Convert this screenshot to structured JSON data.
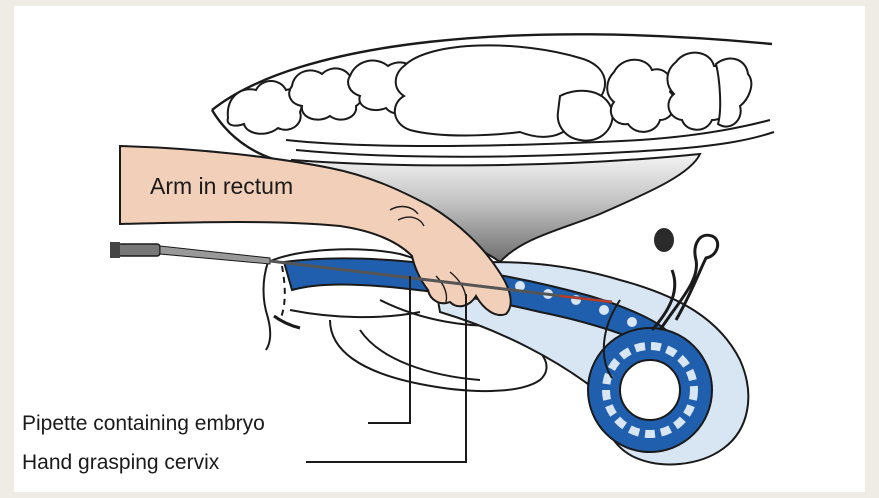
{
  "labels": {
    "arm": "Arm in rectum",
    "pipette": "Pipette containing embryo",
    "hand": "Hand grasping cervix"
  },
  "colors": {
    "background": "#efece6",
    "panel": "#ffffff",
    "skin": "#f2cfb8",
    "tract_blue": "#1f5fae",
    "tract_light": "#d8e6f4",
    "outline": "#1a1a1a",
    "shadow_grey": "#8e8e8e"
  }
}
